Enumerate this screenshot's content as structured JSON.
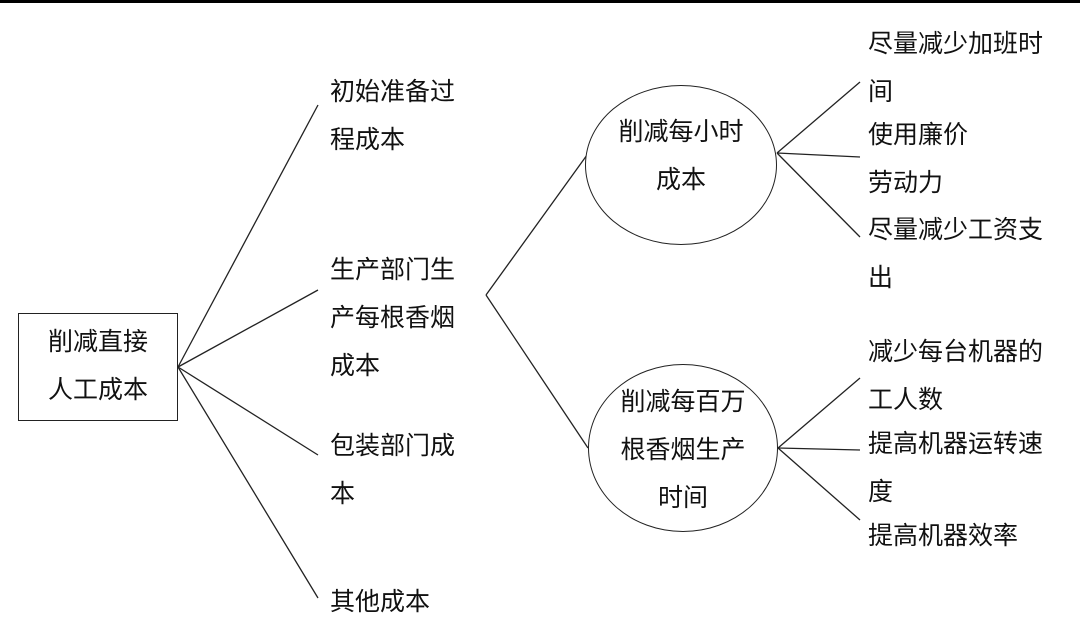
{
  "root": {
    "label": "削减直接\n人工成本"
  },
  "level1": [
    {
      "label": "初始准备过\n程成本"
    },
    {
      "label": "生产部门生\n产每根香烟\n成本"
    },
    {
      "label": "包装部门成\n本"
    },
    {
      "label": "其他成本"
    }
  ],
  "level2": [
    {
      "label": "削减每小时\n成本"
    },
    {
      "label": "削减每百万\n根香烟生产\n时间"
    }
  ],
  "level3": [
    {
      "label": "尽量减少加班时\n间"
    },
    {
      "label": "使用廉价\n劳动力"
    },
    {
      "label": "尽量减少工资支\n出"
    },
    {
      "label": "减少每台机器的\n工人数"
    },
    {
      "label": "提高机器运转速\n度"
    },
    {
      "label": "提高机器效率"
    }
  ]
}
